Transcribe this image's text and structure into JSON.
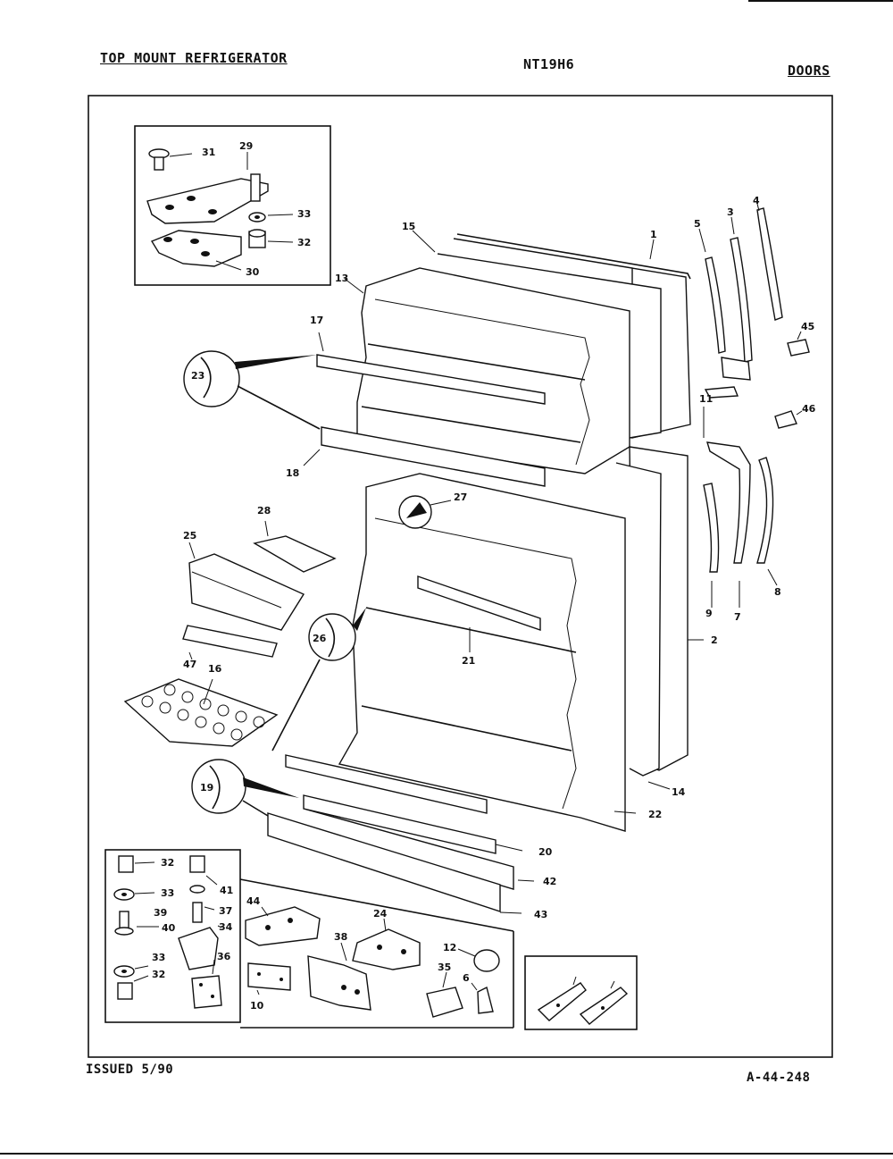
{
  "header": {
    "title": "TOP MOUNT REFRIGERATOR",
    "model": "NT19H6",
    "section": "DOORS"
  },
  "footer": {
    "issued": "ISSUED 5/90",
    "doc_number": "A-44-248"
  },
  "part_callouts": [
    "31",
    "29",
    "33",
    "32",
    "30",
    "15",
    "1",
    "5",
    "3",
    "4",
    "13",
    "17",
    "45",
    "23",
    "11",
    "46",
    "18",
    "27",
    "28",
    "25",
    "9",
    "7",
    "8",
    "2",
    "21",
    "26",
    "47",
    "16",
    "14",
    "19",
    "22",
    "20",
    "42",
    "43",
    "41",
    "37",
    "39",
    "40",
    "34",
    "36",
    "44",
    "38",
    "24",
    "12",
    "35",
    "6",
    "10"
  ]
}
